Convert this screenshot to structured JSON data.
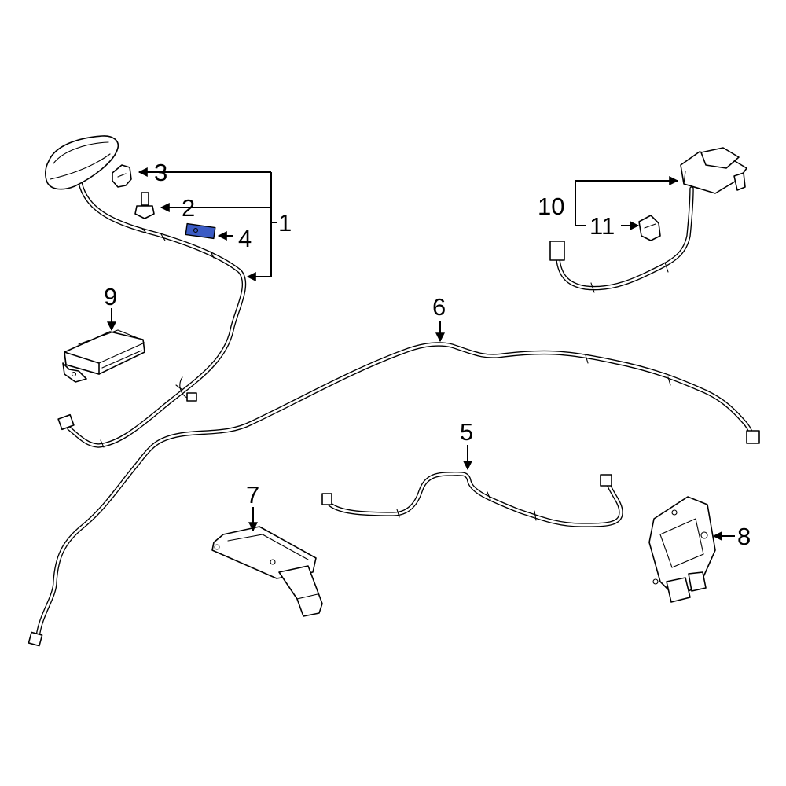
{
  "callouts": {
    "c1": "1",
    "c2": "2",
    "c3": "3",
    "c4": "4",
    "c5": "5",
    "c6": "6",
    "c7": "7",
    "c8": "8",
    "c9": "9",
    "c10": "10",
    "c11": "11"
  },
  "highlight": {
    "part": "4",
    "color": "#3b5bc4"
  }
}
